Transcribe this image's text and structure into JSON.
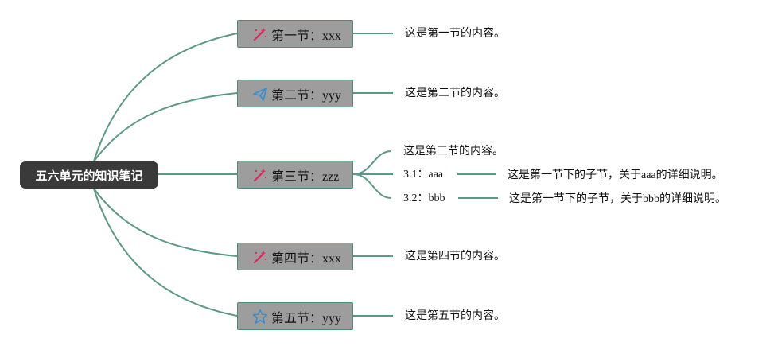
{
  "root": {
    "label": "五六单元的知识笔记"
  },
  "topics": [
    {
      "label": "第一节：xxx",
      "icon": "wand-icon",
      "note": "这是第一节的内容。"
    },
    {
      "label": "第二节：yyy",
      "icon": "paper-plane-icon",
      "note": "这是第二节的内容。"
    },
    {
      "label": "第三节：zzz",
      "icon": "wand-icon",
      "note": "这是第三节的内容。",
      "subtopics": [
        {
          "label": "3.1：aaa",
          "note": "这是第一节下的子节，关于aaa的详细说明。"
        },
        {
          "label": "3.2：bbb",
          "note": "这是第一节下的子节，关于bbb的详细说明。"
        }
      ]
    },
    {
      "label": "第四节：xxx",
      "icon": "wand-icon",
      "note": "这是第四节的内容。"
    },
    {
      "label": "第五节：yyy",
      "icon": "star-icon",
      "note": "这是第五节的内容。"
    }
  ],
  "colors": {
    "connector": "#5a9a84",
    "root_bg": "#3a3a3a",
    "topic_bg": "#9d9d9d",
    "wand_icon": "#e0245e",
    "plane_icon": "#2f8fd8",
    "star_icon": "#2f8fd8"
  }
}
